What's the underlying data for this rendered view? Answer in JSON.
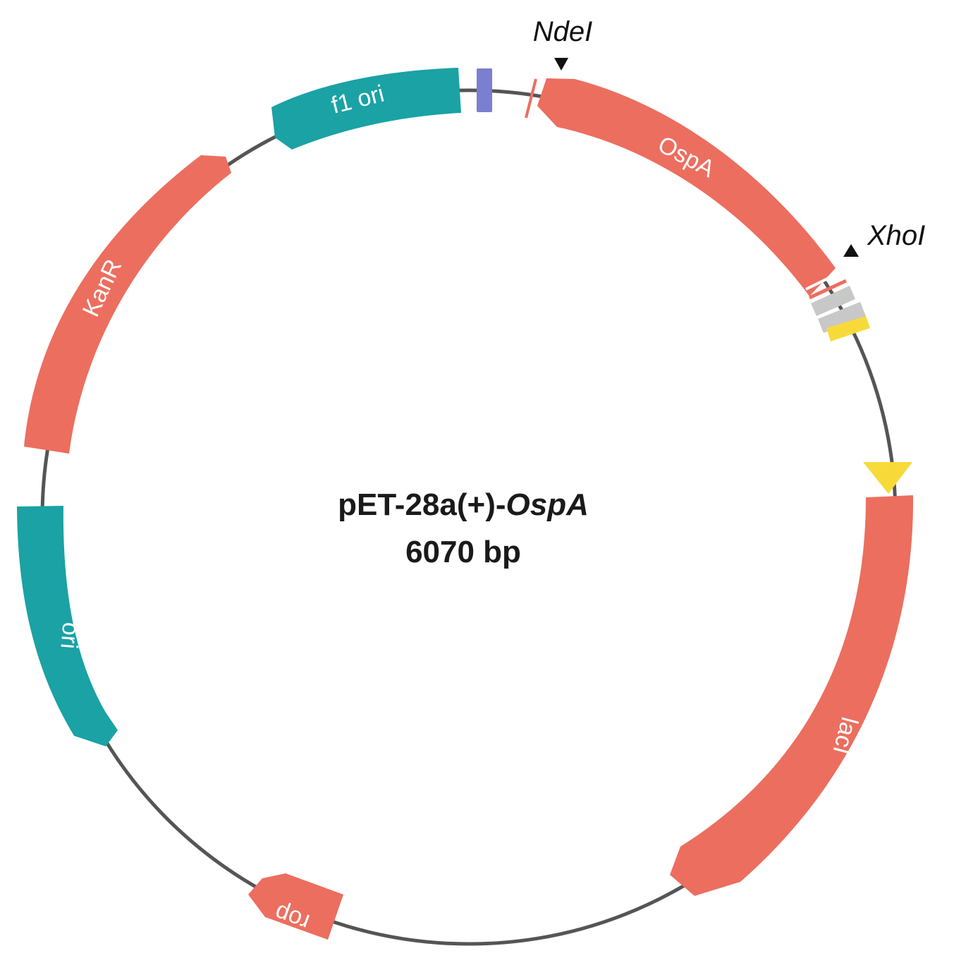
{
  "plasmid": {
    "name": "pET-28a(+)-",
    "insert": "OspA",
    "size": "6070 bp"
  },
  "colors": {
    "backbone": "#555555",
    "cds": "#ec6e5f",
    "origin": "#1aa2a5",
    "promoter": "#f7da3a",
    "tag": "#7b7fd0",
    "marker_gray": "#c8c8c8"
  },
  "features": [
    {
      "id": "ospa",
      "label": "OspA",
      "type": "cds",
      "color": "#ec6e5f"
    },
    {
      "id": "laci",
      "label": "lacI",
      "type": "cds",
      "color": "#ec6e5f"
    },
    {
      "id": "rop",
      "label": "rop",
      "type": "cds",
      "color": "#ec6e5f"
    },
    {
      "id": "ori",
      "label": "ori",
      "type": "origin",
      "color": "#1aa2a5"
    },
    {
      "id": "kanr",
      "label": "KanR",
      "type": "cds",
      "color": "#ec6e5f"
    },
    {
      "id": "f1ori",
      "label": "f1 ori",
      "type": "origin",
      "color": "#1aa2a5"
    },
    {
      "id": "lac-promoter",
      "label": "",
      "type": "promoter",
      "color": "#f7da3a"
    },
    {
      "id": "his-tag",
      "label": "",
      "type": "tag",
      "color": "#7b7fd0"
    }
  ],
  "sites": [
    {
      "id": "ndei",
      "label": "NdeI",
      "marker": "triangle-down"
    },
    {
      "id": "xhoi",
      "label": "XhoI",
      "marker": "triangle-up"
    }
  ]
}
